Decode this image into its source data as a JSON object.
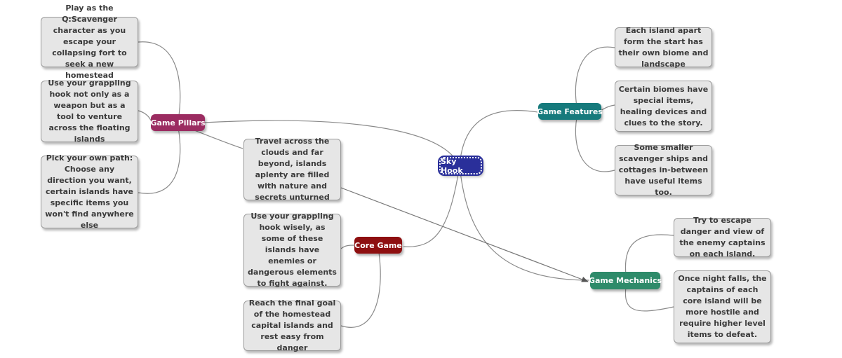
{
  "central": {
    "label": "Sky Hook",
    "color": "#2a2f9a"
  },
  "topics": {
    "game_pillars": {
      "label": "Game Pillars",
      "color": "#9b2c61",
      "notes": [
        "Play as the Q:Scavenger character as you escape your collapsing fort to seek a new homestead",
        "Use your grappling hook not only as a weapon but as a tool to venture across the floating islands",
        "Pick your own path: Choose any direction you want, certain islands have specific items you won't find anywhere else"
      ]
    },
    "core_game": {
      "label": "Core Game",
      "color": "#8e0f10",
      "notes": [
        "Travel across the clouds and far beyond, islands aplenty are filled with nature and secrets unturned",
        "Use your grappling hook wisely, as some of these islands have enemies or dangerous elements to fight against.",
        "Reach the final goal of the homestead capital islands and rest easy from danger"
      ]
    },
    "game_features": {
      "label": "Game Features",
      "color": "#167a7c",
      "notes": [
        "Each island apart form the start has their own biome and landscape",
        "Certain biomes have special items, healing devices and clues to the story.",
        "Some smaller scavenger ships and cottages in-between have useful items too."
      ]
    },
    "game_mechanics": {
      "label": "Game Mechanics",
      "color": "#2e8b6a",
      "notes": [
        "Try to escape danger and view of the enemy captains on each island.",
        "Once night falls, the captains of each core island will be more hostile and require higher level items to defeat."
      ]
    }
  }
}
